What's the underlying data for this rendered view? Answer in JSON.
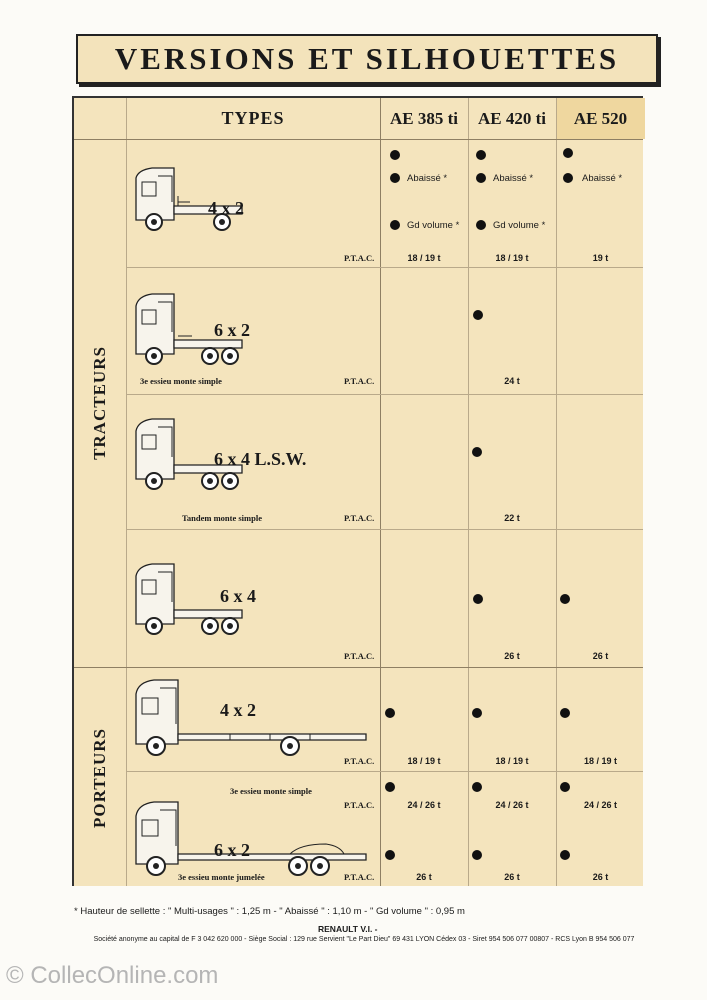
{
  "title": "VERSIONS ET SILHOUETTES",
  "headers": {
    "types": "TYPES",
    "models": [
      "AE 385 ti",
      "AE 420 ti",
      "AE 520"
    ]
  },
  "groups": {
    "tracteurs": "TRACTEURS",
    "porteurs": "PORTEURS"
  },
  "rows": [
    {
      "config": "4 x 2",
      "ptac": "P.T.A.C.",
      "cells": [
        {
          "lines": [
            {
              "dot": true,
              "text": ""
            },
            {
              "dot": true,
              "text": "Abaissé *"
            },
            {
              "dot": true,
              "text": "Gd volume *"
            }
          ],
          "weight": "18 / 19 t"
        },
        {
          "lines": [
            {
              "dot": true,
              "text": ""
            },
            {
              "dot": true,
              "text": "Abaissé *"
            },
            {
              "dot": true,
              "text": "Gd volume *"
            }
          ],
          "weight": "18 / 19 t"
        },
        {
          "lines": [
            {
              "dot": true,
              "text": ""
            },
            {
              "dot": true,
              "text": "Abaissé *"
            }
          ],
          "weight": "19 t"
        }
      ]
    },
    {
      "config": "6 x 2",
      "note": "3e essieu monte simple",
      "ptac": "P.T.A.C.",
      "cells": [
        {
          "weight": ""
        },
        {
          "dot": true,
          "weight": "24 t"
        },
        {
          "weight": ""
        }
      ]
    },
    {
      "config": "6 x 4 L.S.W.",
      "note": "Tandem monte simple",
      "ptac": "P.T.A.C.",
      "cells": [
        {
          "weight": ""
        },
        {
          "dot": true,
          "weight": "22 t"
        },
        {
          "weight": ""
        }
      ]
    },
    {
      "config": "6 x 4",
      "ptac": "P.T.A.C.",
      "cells": [
        {
          "weight": ""
        },
        {
          "dot": true,
          "weight": "26 t"
        },
        {
          "dot": true,
          "weight": "26 t"
        }
      ]
    },
    {
      "config": "4 x 2",
      "ptac": "P.T.A.C.",
      "cells": [
        {
          "dot": true,
          "weight": "18 / 19 t"
        },
        {
          "dot": true,
          "weight": "18 / 19 t"
        },
        {
          "dot": true,
          "weight": "18 / 19 t"
        }
      ]
    },
    {
      "config": "6 x 2",
      "note_top": "3e essieu monte simple",
      "ptac_top": "P.T.A.C.",
      "note": "3e essieu monte jumelée",
      "ptac": "P.T.A.C.",
      "cells": [
        {
          "weight_top": "24 / 26 t",
          "weight": "26 t"
        },
        {
          "weight_top": "24 / 26 t",
          "weight": "26 t"
        },
        {
          "weight_top": "24 / 26 t",
          "weight": "26 t"
        }
      ]
    }
  ],
  "footnote": "* Hauteur de sellette : \" Multi-usages \" : 1,25 m - \" Abaissé \" : 1,10 m - \" Gd volume \" : 0,95 m",
  "company": "RENAULT V.I. -",
  "legal": "Société anonyme au capital de F 3 042 620 000 - Siège Social : 129 rue Servient \"Le Part Dieu\" 69 431 LYON Cédex 03 - Siret 954 506 077 00807 - RCS Lyon B 954 506 077",
  "watermark": "© CollecOnline.com",
  "colors": {
    "table_bg": "#f4e4bd",
    "title_bg": "#f3e3bb",
    "header_hl": "#efd79f"
  }
}
